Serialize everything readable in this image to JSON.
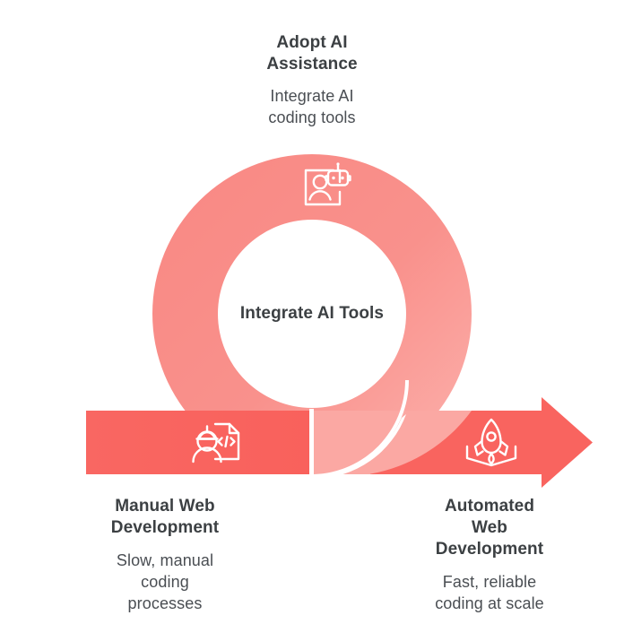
{
  "diagram": {
    "type": "cycle-to-arrow-process",
    "center_label": "Integrate AI Tools",
    "colors": {
      "bar_red": "#F9645F",
      "ring_pink": "#F9918C",
      "ring_pink_light": "#FBA8A3",
      "text_dark": "#3c4043",
      "text_body": "#4a4e53",
      "background": "#FFFFFF",
      "icon_stroke": "#FFFFFF"
    },
    "nodes": [
      {
        "id": "adopt-ai",
        "position": "top",
        "title": "Adopt AI\nAssistance",
        "title_line1": "Adopt AI",
        "title_line2": "Assistance",
        "description": "Integrate AI\ncoding tools",
        "description_line1": "Integrate AI",
        "description_line2": "coding tools",
        "icon": "person-ai-robot-icon"
      },
      {
        "id": "manual-web-development",
        "position": "bottom-left",
        "title": "Manual Web\nDevelopment",
        "title_line1": "Manual Web",
        "title_line2": "Development",
        "description": "Slow, manual\ncoding\nprocesses",
        "description_line1": "Slow, manual",
        "description_line2": "coding",
        "description_line3": "processes",
        "icon": "developer-code-document-icon"
      },
      {
        "id": "automated-web-development",
        "position": "bottom-right",
        "title": "Automated\nWeb\nDevelopment",
        "title_line1": "Automated",
        "title_line2": "Web",
        "title_line3": "Development",
        "description": "Fast, reliable\ncoding at scale",
        "description_line1": "Fast, reliable",
        "description_line2": "coding at scale",
        "icon": "rocket-launch-icon"
      }
    ]
  }
}
